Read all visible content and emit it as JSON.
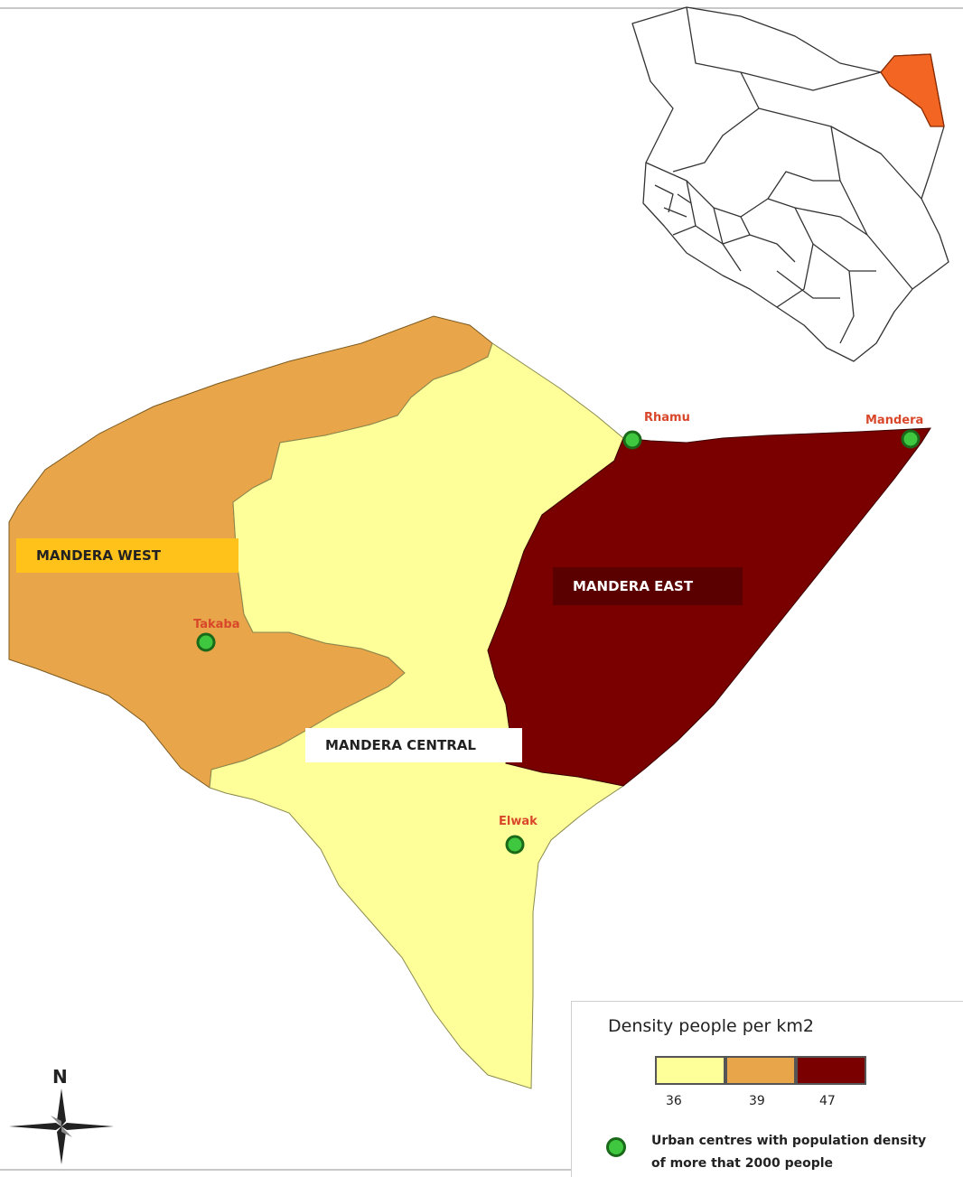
{
  "regions": [
    {
      "key": "west",
      "label": "MANDERA WEST",
      "density": 39,
      "fill": "#e8a54a"
    },
    {
      "key": "central",
      "label": "MANDERA CENTRAL",
      "density": 36,
      "fill": "#ffff99"
    },
    {
      "key": "east",
      "label": "MANDERA EAST",
      "density": 47,
      "fill": "#7a0000"
    }
  ],
  "towns": [
    {
      "key": "rhamu",
      "name": "Rhamu"
    },
    {
      "key": "mandera",
      "name": "Mandera"
    },
    {
      "key": "takaba",
      "name": "Takaba"
    },
    {
      "key": "elwak",
      "name": "Elwak"
    }
  ],
  "legend": {
    "title": "Density people per km2",
    "classes": [
      {
        "value": "36",
        "color": "#ffff99"
      },
      {
        "value": "39",
        "color": "#e8a54a"
      },
      {
        "value": "47",
        "color": "#7a0000"
      }
    ],
    "urban_centres_text": "Urban centres with population density of more that 2000 people"
  },
  "inset": {
    "highlight_color": "#f26522",
    "description": "Kenya counties inset with Mandera highlighted"
  },
  "north_arrow": {
    "label": "N"
  },
  "colors": {
    "town_marker": "#3fc83f",
    "town_label": "#d9472b"
  }
}
